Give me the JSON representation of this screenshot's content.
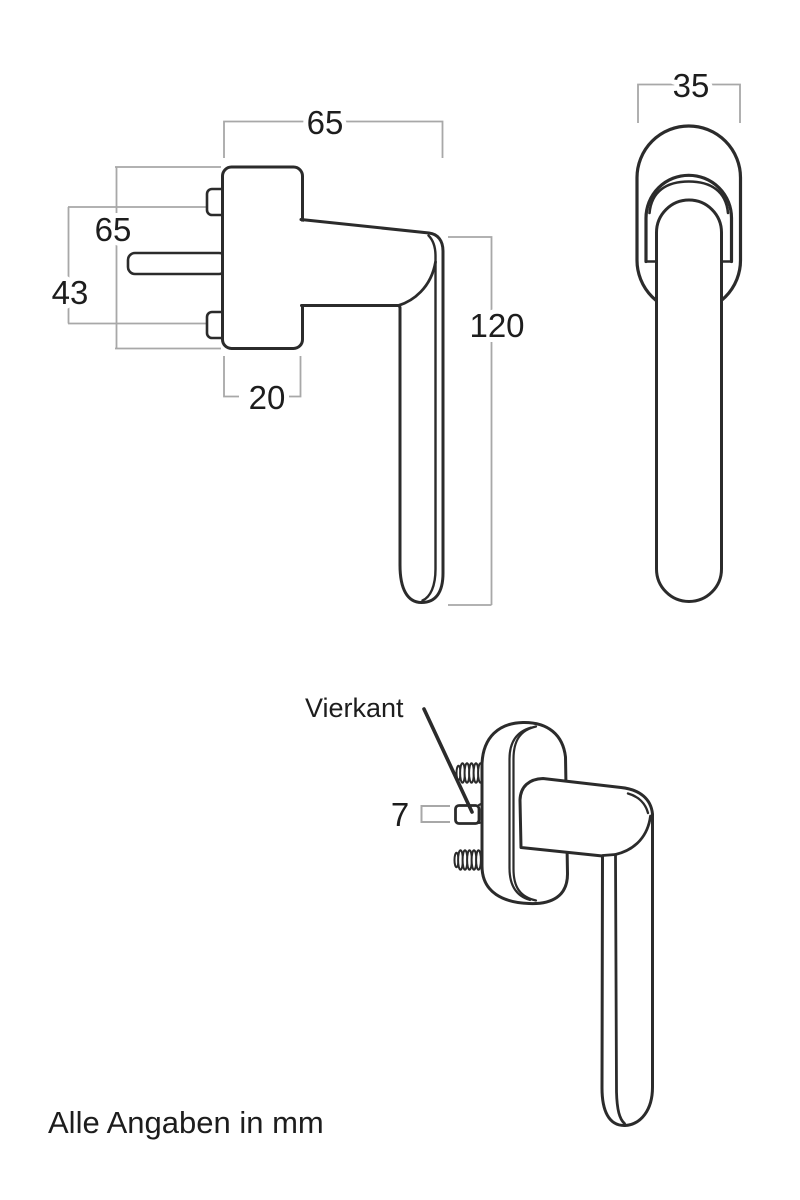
{
  "title_note": "Alle Angaben in mm",
  "dimensions": {
    "side_view": {
      "overall_width": "65",
      "plate_height": "65",
      "screw_spacing": "43",
      "plate_width": "20",
      "handle_length": "120"
    },
    "front_view": {
      "rosette_width": "35"
    },
    "detail_view": {
      "square_label": "Vierkant",
      "square_size": "7"
    }
  },
  "colors": {
    "outline": "#2b2b2b",
    "dimension_line": "#a8a8a8",
    "text": "#1d1d1d",
    "background": "#ffffff"
  }
}
